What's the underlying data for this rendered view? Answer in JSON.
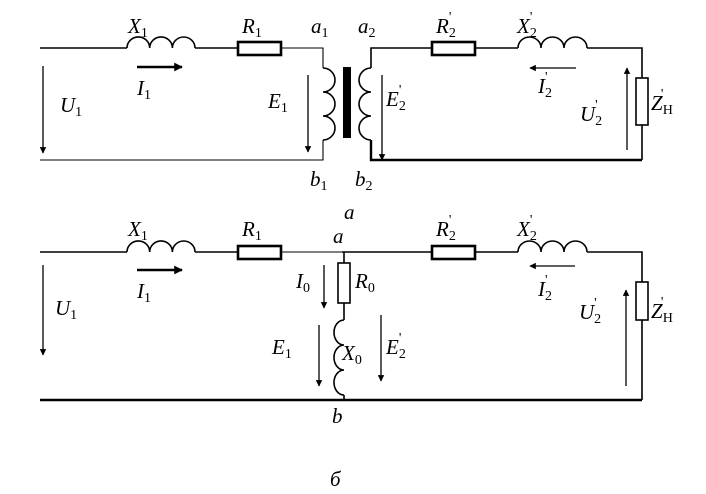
{
  "diagram_a": {
    "caption": "а",
    "labels": {
      "X1": {
        "sym": "X",
        "sub": "1"
      },
      "R1": {
        "sym": "R",
        "sub": "1"
      },
      "a1": {
        "sym": "a",
        "sub": "1"
      },
      "a2": {
        "sym": "a",
        "sub": "2"
      },
      "R2": {
        "sym": "R",
        "sub": "2",
        "prime": "'"
      },
      "X2": {
        "sym": "X",
        "sub": "2",
        "prime": "'"
      },
      "I1": {
        "sym": "I",
        "sub": "1"
      },
      "U1": {
        "sym": "U",
        "sub": "1"
      },
      "E1": {
        "sym": "E",
        "sub": "1"
      },
      "E2": {
        "sym": "E",
        "sub": "2",
        "prime": "'"
      },
      "I2": {
        "sym": "I",
        "sub": "2",
        "prime": "'"
      },
      "U2": {
        "sym": "U",
        "sub": "2",
        "prime": "'"
      },
      "ZH": {
        "sym": "Z",
        "sub": "Н",
        "prime": "'"
      },
      "b1": {
        "sym": "b",
        "sub": "1"
      },
      "b2": {
        "sym": "b",
        "sub": "2"
      }
    }
  },
  "diagram_b": {
    "caption": "б",
    "labels": {
      "X1": {
        "sym": "X",
        "sub": "1"
      },
      "R1": {
        "sym": "R",
        "sub": "1"
      },
      "a": {
        "sym": "a"
      },
      "R2": {
        "sym": "R",
        "sub": "2",
        "prime": "'"
      },
      "X2": {
        "sym": "X",
        "sub": "2",
        "prime": "'"
      },
      "I1": {
        "sym": "I",
        "sub": "1"
      },
      "U1": {
        "sym": "U",
        "sub": "1"
      },
      "I0": {
        "sym": "I",
        "sub": "0"
      },
      "R0": {
        "sym": "R",
        "sub": "0"
      },
      "E1": {
        "sym": "E",
        "sub": "1"
      },
      "X0": {
        "sym": "X",
        "sub": "0"
      },
      "E2": {
        "sym": "E",
        "sub": "2",
        "prime": "'"
      },
      "I2": {
        "sym": "I",
        "sub": "2",
        "prime": "'"
      },
      "U2": {
        "sym": "U",
        "sub": "2",
        "prime": "'"
      },
      "ZH": {
        "sym": "Z",
        "sub": "Н",
        "prime": "'"
      },
      "b": {
        "sym": "b"
      }
    }
  }
}
